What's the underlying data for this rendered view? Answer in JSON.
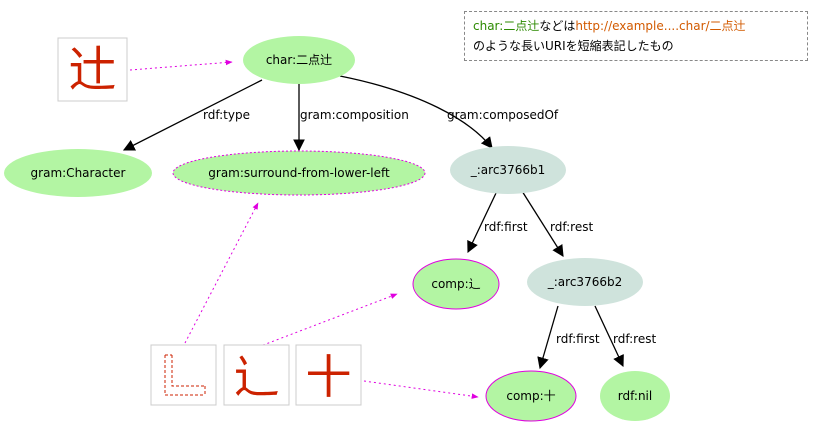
{
  "nodes": {
    "char": "char:二点辻",
    "character": "gram:Character",
    "surround": "gram:surround-from-lower-left",
    "arc1": "_:arc3766b1",
    "comp_shinnyo": "comp:辶",
    "arc2": "_:arc3766b2",
    "comp_ten": "comp:十",
    "nil": "rdf:nil"
  },
  "edges": {
    "type": "rdf:type",
    "composition": "gram:composition",
    "composedOf": "gram:composedOf",
    "first1": "rdf:first",
    "rest1": "rdf:rest",
    "first2": "rdf:first",
    "rest2": "rdf:rest"
  },
  "glyphs": {
    "tsuji": "辻",
    "shinnyo": "辶",
    "ten": "十"
  },
  "note": {
    "term": "char:二点辻",
    "text1": "などは",
    "url": "http://example....char/二点辻",
    "text2": "のような長いURIを短縮表記したもの"
  },
  "colors": {
    "node_green": "#b3f5a3",
    "node_blank": "#cfe3dc",
    "accent_magenta": "#e000e0",
    "glyph_red": "#cc2200"
  }
}
